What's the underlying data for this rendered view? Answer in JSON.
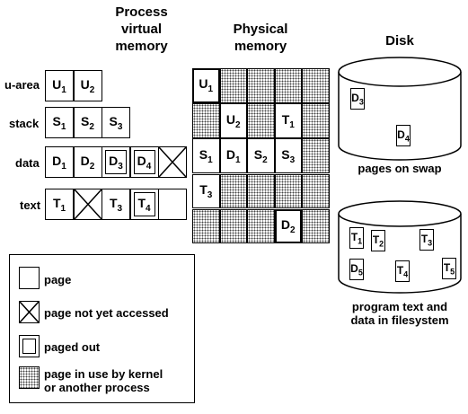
{
  "titles": {
    "virtual": "Process\nvirtual\nmemory",
    "physical": "Physical\nmemory",
    "disk": "Disk"
  },
  "row_labels": [
    "u-area",
    "stack",
    "data",
    "text"
  ],
  "virtual_rows": [
    [
      {
        "t": "U",
        "s": "1",
        "state": "page"
      },
      {
        "t": "U",
        "s": "2",
        "state": "page"
      }
    ],
    [
      {
        "t": "S",
        "s": "1",
        "state": "page"
      },
      {
        "t": "S",
        "s": "2",
        "state": "page"
      },
      {
        "t": "S",
        "s": "3",
        "state": "page"
      }
    ],
    [
      {
        "t": "D",
        "s": "1",
        "state": "page"
      },
      {
        "t": "D",
        "s": "2",
        "state": "page"
      },
      {
        "t": "D",
        "s": "3",
        "state": "paged"
      },
      {
        "t": "D",
        "s": "4",
        "state": "paged"
      },
      {
        "t": "",
        "s": "",
        "state": "notyet"
      }
    ],
    [
      {
        "t": "T",
        "s": "1",
        "state": "page"
      },
      {
        "t": "",
        "s": "",
        "state": "notyet"
      },
      {
        "t": "T",
        "s": "3",
        "state": "page"
      },
      {
        "t": "T",
        "s": "4",
        "state": "paged"
      },
      {
        "t": "",
        "s": "",
        "state": "page"
      }
    ]
  ],
  "physical_grid": [
    [
      "U1",
      "",
      "",
      "",
      ""
    ],
    [
      "",
      "U2",
      "",
      "T1",
      ""
    ],
    [
      "S1",
      "D1",
      "S2",
      "S3",
      ""
    ],
    [
      "T3",
      "",
      "",
      "",
      ""
    ],
    [
      "",
      "",
      "",
      "D2",
      ""
    ]
  ],
  "disk_swap": {
    "pages": [
      {
        "t": "D",
        "s": "3"
      },
      {
        "t": "D",
        "s": "4"
      }
    ],
    "caption": "pages on swap"
  },
  "disk_fs": {
    "pages": [
      {
        "t": "T",
        "s": "1"
      },
      {
        "t": "T",
        "s": "2"
      },
      {
        "t": "T",
        "s": "3"
      },
      {
        "t": "D",
        "s": "5"
      },
      {
        "t": "T",
        "s": "4"
      },
      {
        "t": "T",
        "s": "5"
      }
    ],
    "caption": "program text and\ndata in filesystem"
  },
  "legend": {
    "page": "page",
    "notyet": "page not yet accessed",
    "paged": "paged out",
    "kernel": "page in use by kernel\nor another process"
  }
}
